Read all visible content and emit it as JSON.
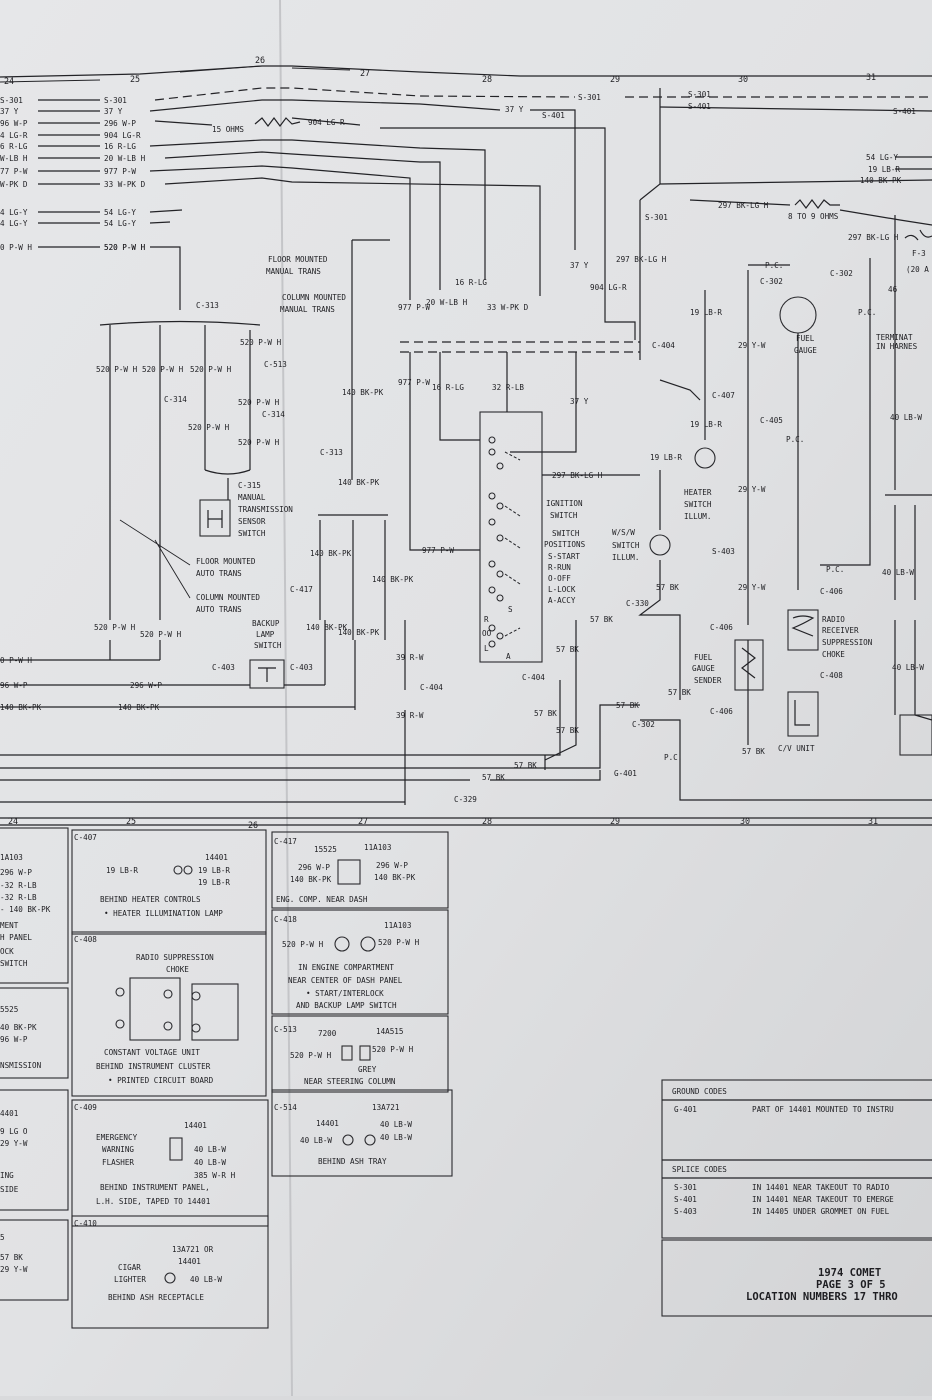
{
  "zones": [
    "24",
    "25",
    "26",
    "27",
    "28",
    "29",
    "30",
    "31"
  ],
  "left_wires": [
    "S-301",
    "37 Y",
    "296 W-P",
    "904 LG-R",
    "16 R-LG",
    "20 W-LB H",
    "977 P-W",
    "33 W-PK D",
    "54 LG-Y",
    "54 LG-Y",
    "520 P-W H"
  ],
  "left_wires_partial": [
    "S-301",
    "37 Y",
    "96 W-P",
    "4 LG-R",
    "6 R-LG",
    "W-LB H",
    "77 P-W",
    "W-PK D",
    "4 LG-Y",
    "4 LG-Y",
    "0 P-W H"
  ],
  "resistor_15": "15 OHMS",
  "resistor_8_9": "8 TO 9 OHMS",
  "wire_labels": {
    "w297h": "297 BK-LG H",
    "w297v": "297 BK-LG H",
    "w977": "977 P-W",
    "w140": "140 BK-PK",
    "w57": "57 BK",
    "w39": "39 R-W",
    "w520": "520 P-W H",
    "w296": "296 W-P",
    "w54": "54 LG-Y",
    "w19": "19 LB-R",
    "w140r": "140 BK-PK",
    "w37": "37 Y",
    "w904": "904 LG-R",
    "w16": "16 R-LG",
    "w20": "20 W-LB H",
    "w33": "33 W-PK D",
    "w32": "32 R-LB",
    "w29": "29 Y-W",
    "w40": "40 LB-W",
    "w46": "46",
    "wpc": "P.C."
  },
  "components": {
    "floor_manual": [
      "FLOOR MOUNTED",
      "MANUAL TRANS"
    ],
    "column_manual": [
      "COLUMN MOUNTED",
      "MANUAL TRANS"
    ],
    "mts_switch": [
      "MANUAL",
      "TRANSMISSION",
      "SENSOR",
      "SWITCH"
    ],
    "floor_auto": [
      "FLOOR MOUNTED",
      "AUTO TRANS"
    ],
    "column_auto": [
      "COLUMN MOUNTED",
      "AUTO TRANS"
    ],
    "backup": [
      "BACKUP",
      "LAMP",
      "SWITCH"
    ],
    "ignition": [
      "IGNITION",
      "SWITCH"
    ],
    "positions": [
      "SWITCH",
      "POSITIONS",
      "S-START",
      "R-RUN",
      "O-OFF",
      "L-LOCK",
      "A-ACCY"
    ],
    "wsw": [
      "W/S/W",
      "SWITCH",
      "ILLUM."
    ],
    "heater": [
      "HEATER",
      "SWITCH",
      "ILLUM."
    ],
    "fuel_gauge": [
      "FUEL",
      "GAUGE"
    ],
    "sender": [
      "FUEL",
      "GAUGE",
      "SENDER"
    ],
    "radio": [
      "RADIO",
      "RECEIVER",
      "SUPPRESSION",
      "CHOKE"
    ],
    "cv": "C/V UNIT",
    "terminal": [
      "TERMINAT",
      "IN HARNES"
    ],
    "fuse": [
      "F-3",
      "(20 A"
    ]
  },
  "connectors": [
    "C-313",
    "C-314",
    "C-513",
    "C-314",
    "C-315",
    "C-313",
    "C-417",
    "C-403",
    "C-403",
    "C-404",
    "C-404",
    "C-404",
    "C-407",
    "C-405",
    "C-302",
    "C-302",
    "C-330",
    "C-406",
    "C-406",
    "C-408",
    "C-408",
    "C-302",
    "G-401",
    "C-329",
    "S-301",
    "S-401",
    "S-403",
    "C-406"
  ],
  "ign_marks": [
    "S",
    "R",
    "OO",
    "L",
    "A"
  ],
  "panels": {
    "c407": {
      "id": "C-407",
      "part": "14401",
      "left": "19 LB-R",
      "right1": "19 LB-R",
      "right2": "19 LB-R",
      "loc": [
        "BEHIND HEATER CONTROLS",
        "• HEATER ILLUMINATION LAMP"
      ]
    },
    "c408": {
      "id": "C-408",
      "title": [
        "RADIO SUPPRESSION",
        "CHOKE"
      ],
      "loc": [
        "CONSTANT VOLTAGE UNIT",
        "BEHIND INSTRUMENT CLUSTER",
        "• PRINTED CIRCUIT BOARD"
      ]
    },
    "c409": {
      "id": "C-409",
      "part": "14401",
      "name": [
        "EMERGENCY",
        "WARNING",
        "FLASHER"
      ],
      "w1": "40 LB-W",
      "w2": "40 LB-W",
      "w3": "385 W-R H",
      "loc": [
        "BEHIND INSTRUMENT PANEL,",
        "L.H. SIDE, TAPED TO 14401"
      ]
    },
    "c410": {
      "id": "C-410",
      "part": [
        "13A721 OR",
        "14401"
      ],
      "name": [
        "CIGAR",
        "LIGHTER"
      ],
      "w": "40 LB-W",
      "loc": "BEHIND ASH RECEPTACLE"
    },
    "c417": {
      "id": "C-417",
      "p1": "15525",
      "p2": "11A103",
      "l1": "296 W-P",
      "l2": "140 BK-PK",
      "r1": "296 W-P",
      "r2": "140 BK-PK",
      "loc": "ENG. COMP. NEAR DASH"
    },
    "c418": {
      "id": "C-418",
      "p": "11A103",
      "l": "520 P-W H",
      "r": "520 P-W H",
      "loc": [
        "IN ENGINE COMPARTMENT",
        "NEAR CENTER OF DASH PANEL",
        "• START/INTERLOCK",
        "AND BACKUP LAMP SWITCH"
      ]
    },
    "c513": {
      "id": "C-513",
      "p1": "7200",
      "p2": "14A515",
      "l": "520 P-W H",
      "r": "520 P-W H",
      "note": "GREY",
      "loc": "NEAR STEERING COLUMN"
    },
    "c514": {
      "id": "C-514",
      "p1": "14401",
      "p2": "13A721",
      "l": "40 LB-W",
      "r1": "40 LB-W",
      "r2": "40 LB-W",
      "loc": "BEHIND ASH TRAY"
    },
    "left_a": [
      "1A103",
      "296 W-P",
      "-32 R-LB",
      "-32 R-LB",
      "- 140 BK-PK",
      "MENT",
      "H PANEL",
      "OCK",
      "SWITCH"
    ],
    "left_b": [
      "5525",
      "40 BK-PK",
      "96 W-P",
      "NSMISSION"
    ],
    "left_c": [
      "4401",
      "9 LG O",
      "29 Y-W",
      "ING",
      "SIDE"
    ],
    "left_d": [
      "5",
      "57 BK",
      "29 Y-W"
    ]
  },
  "codes": {
    "ground_title": "GROUND CODES",
    "ground": [
      {
        "code": "G-401",
        "desc": "PART OF 14401 MOUNTED TO INSTRU"
      }
    ],
    "splice_title": "SPLICE CODES",
    "splice": [
      {
        "code": "S-301",
        "desc": "IN 14401 NEAR TAKEOUT TO RADIO"
      },
      {
        "code": "S-401",
        "desc": "IN 14401 NEAR TAKEOUT TO EMERGE"
      },
      {
        "code": "S-403",
        "desc": "IN 14405 UNDER GROMMET ON FUEL"
      }
    ]
  },
  "title_block": [
    "1974 COMET",
    "PAGE 3 OF 5",
    "LOCATION NUMBERS 17 THRO"
  ]
}
